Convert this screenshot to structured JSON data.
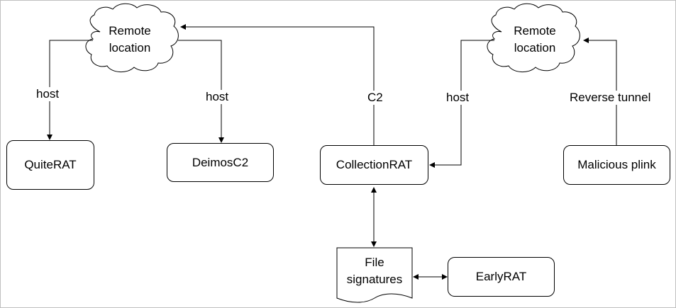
{
  "nodes": {
    "quiterat": "QuiteRAT",
    "deimosc2": "DeimosC2",
    "collectionrat": "CollectionRAT",
    "malicious_plink": "Malicious plink",
    "earlyrat": "EarlyRAT"
  },
  "clouds": {
    "left": {
      "line1": "Remote",
      "line2": "location"
    },
    "right": {
      "line1": "Remote",
      "line2": "location"
    }
  },
  "document": {
    "line1": "File",
    "line2": "signatures"
  },
  "edge_labels": {
    "host_quiterat": "host",
    "host_deimosc2": "host",
    "c2": "C2",
    "host_collectionrat": "host",
    "reverse_tunnel": "Reverse tunnel"
  }
}
